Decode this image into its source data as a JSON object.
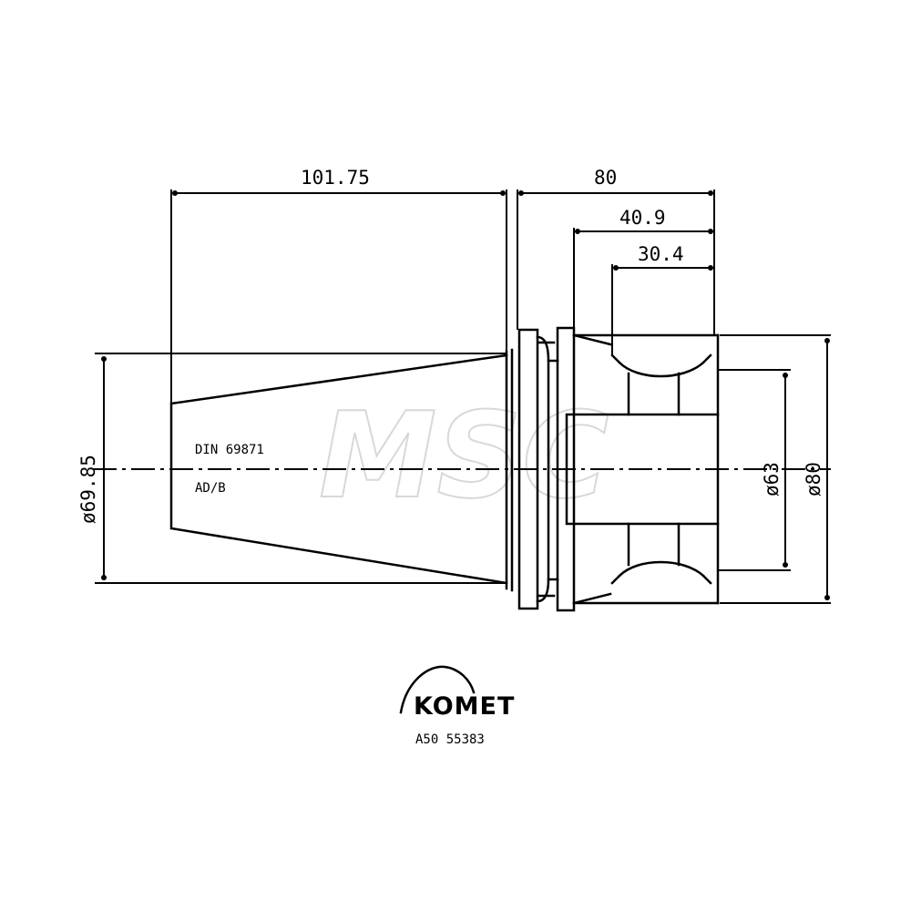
{
  "dimensions": {
    "length_taper": "101.75",
    "length_shank": "80",
    "length_bore": "40.9",
    "length_groove": "30.4",
    "diameter_taper": "ø69.85",
    "diameter_inner": "ø63",
    "diameter_outer": "ø80"
  },
  "labels": {
    "taper_spec": "DIN 69871",
    "taper_size": "AD/B"
  },
  "brand": {
    "name": "KOMET",
    "part_number": "A50 55383"
  },
  "watermark": "MSC"
}
